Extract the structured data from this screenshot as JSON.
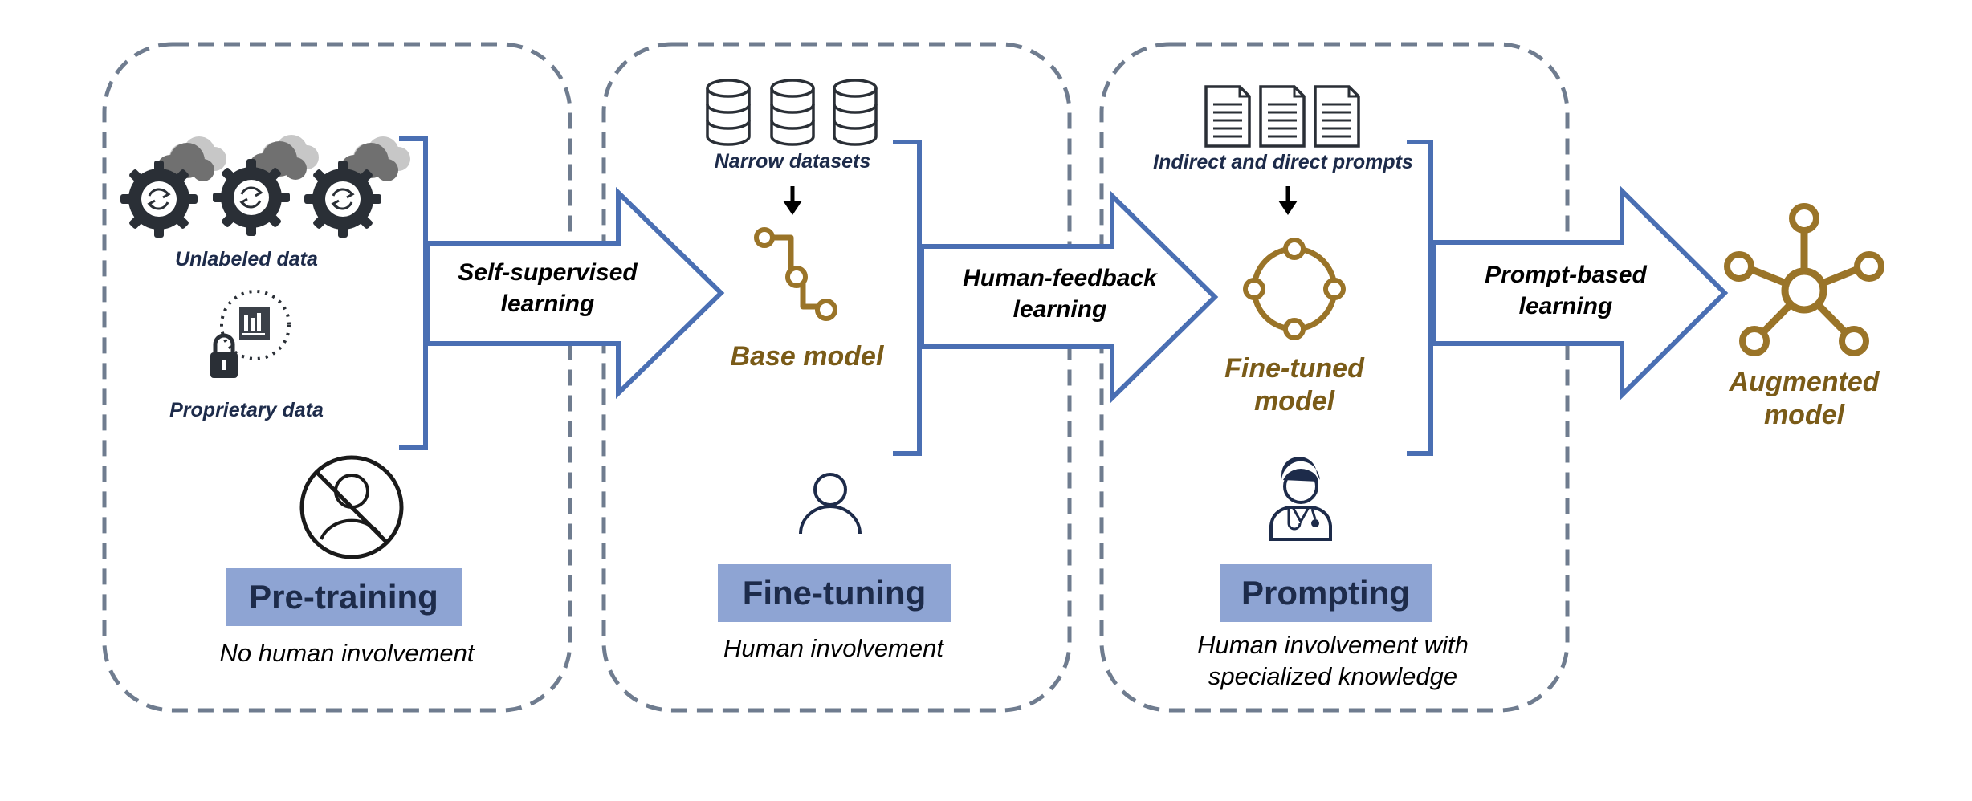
{
  "colors": {
    "dash_border": "#6f7c8f",
    "bracket": "#4a6fb3",
    "arrow_stroke": "#4a6fb3",
    "label_box": "#8ea4d3",
    "stage_text": "#1d2b4a",
    "gold": "#9a7428",
    "gold_text": "#7a5b18",
    "icon_dark": "#2a2f36",
    "icon_navy": "#1d2b4a"
  },
  "stages": [
    {
      "title": "Pre-training",
      "caption": "No human involvement",
      "inputs": [
        "Unlabeled data",
        "Proprietary data"
      ],
      "human_icon": "no-person-icon"
    },
    {
      "title": "Fine-tuning",
      "caption": "Human involvement",
      "input_label": "Narrow datasets",
      "model_label": "Base model",
      "human_icon": "person-icon"
    },
    {
      "title": "Prompting",
      "caption_lines": [
        "Human involvement with",
        "specialized knowledge"
      ],
      "input_label": "Indirect and direct prompts",
      "model_label_lines": [
        "Fine-tuned",
        "model"
      ],
      "human_icon": "doctor-icon"
    }
  ],
  "arrows": [
    {
      "lines": [
        "Self-supervised",
        "learning"
      ]
    },
    {
      "lines": [
        "Human-feedback",
        "learning"
      ]
    },
    {
      "lines": [
        "Prompt-based",
        "learning"
      ]
    }
  ],
  "output": {
    "lines": [
      "Augmented",
      "model"
    ],
    "icon": "network-hub-icon"
  }
}
